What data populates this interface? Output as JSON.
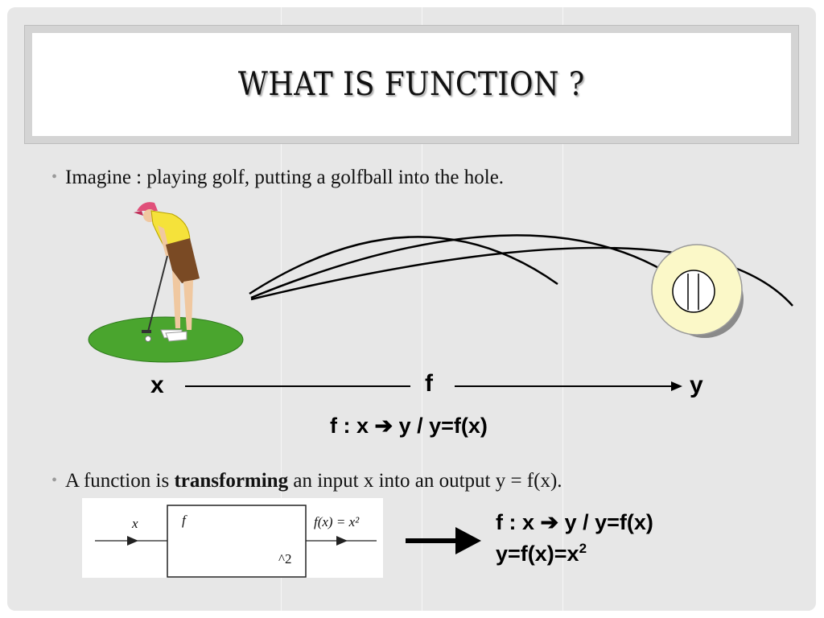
{
  "slide": {
    "title": "WHAT IS FUNCTION ?",
    "bullet1": "Imagine : playing golf, putting a golfball into the hole.",
    "bullet2": {
      "before": "A function is ",
      "bold": "transforming",
      "after": " an input x into an output y = f(x)."
    }
  },
  "diagram": {
    "label_x": "x",
    "label_f": "f",
    "label_y": "y",
    "mapping": "f : x ➔ y / y=f(x)"
  },
  "block_diagram": {
    "input_label": "x",
    "function_label": "f",
    "output_label": "f(x) = x²",
    "operator_label": "^2"
  },
  "result": {
    "line1": "f : x ➔ y / y=f(x)",
    "line2_base": "y=f(x)=x",
    "line2_exp": "2"
  },
  "colors": {
    "background": "#e7e7e7",
    "green": "#4aa52e",
    "hole": "#fbf8c8"
  }
}
